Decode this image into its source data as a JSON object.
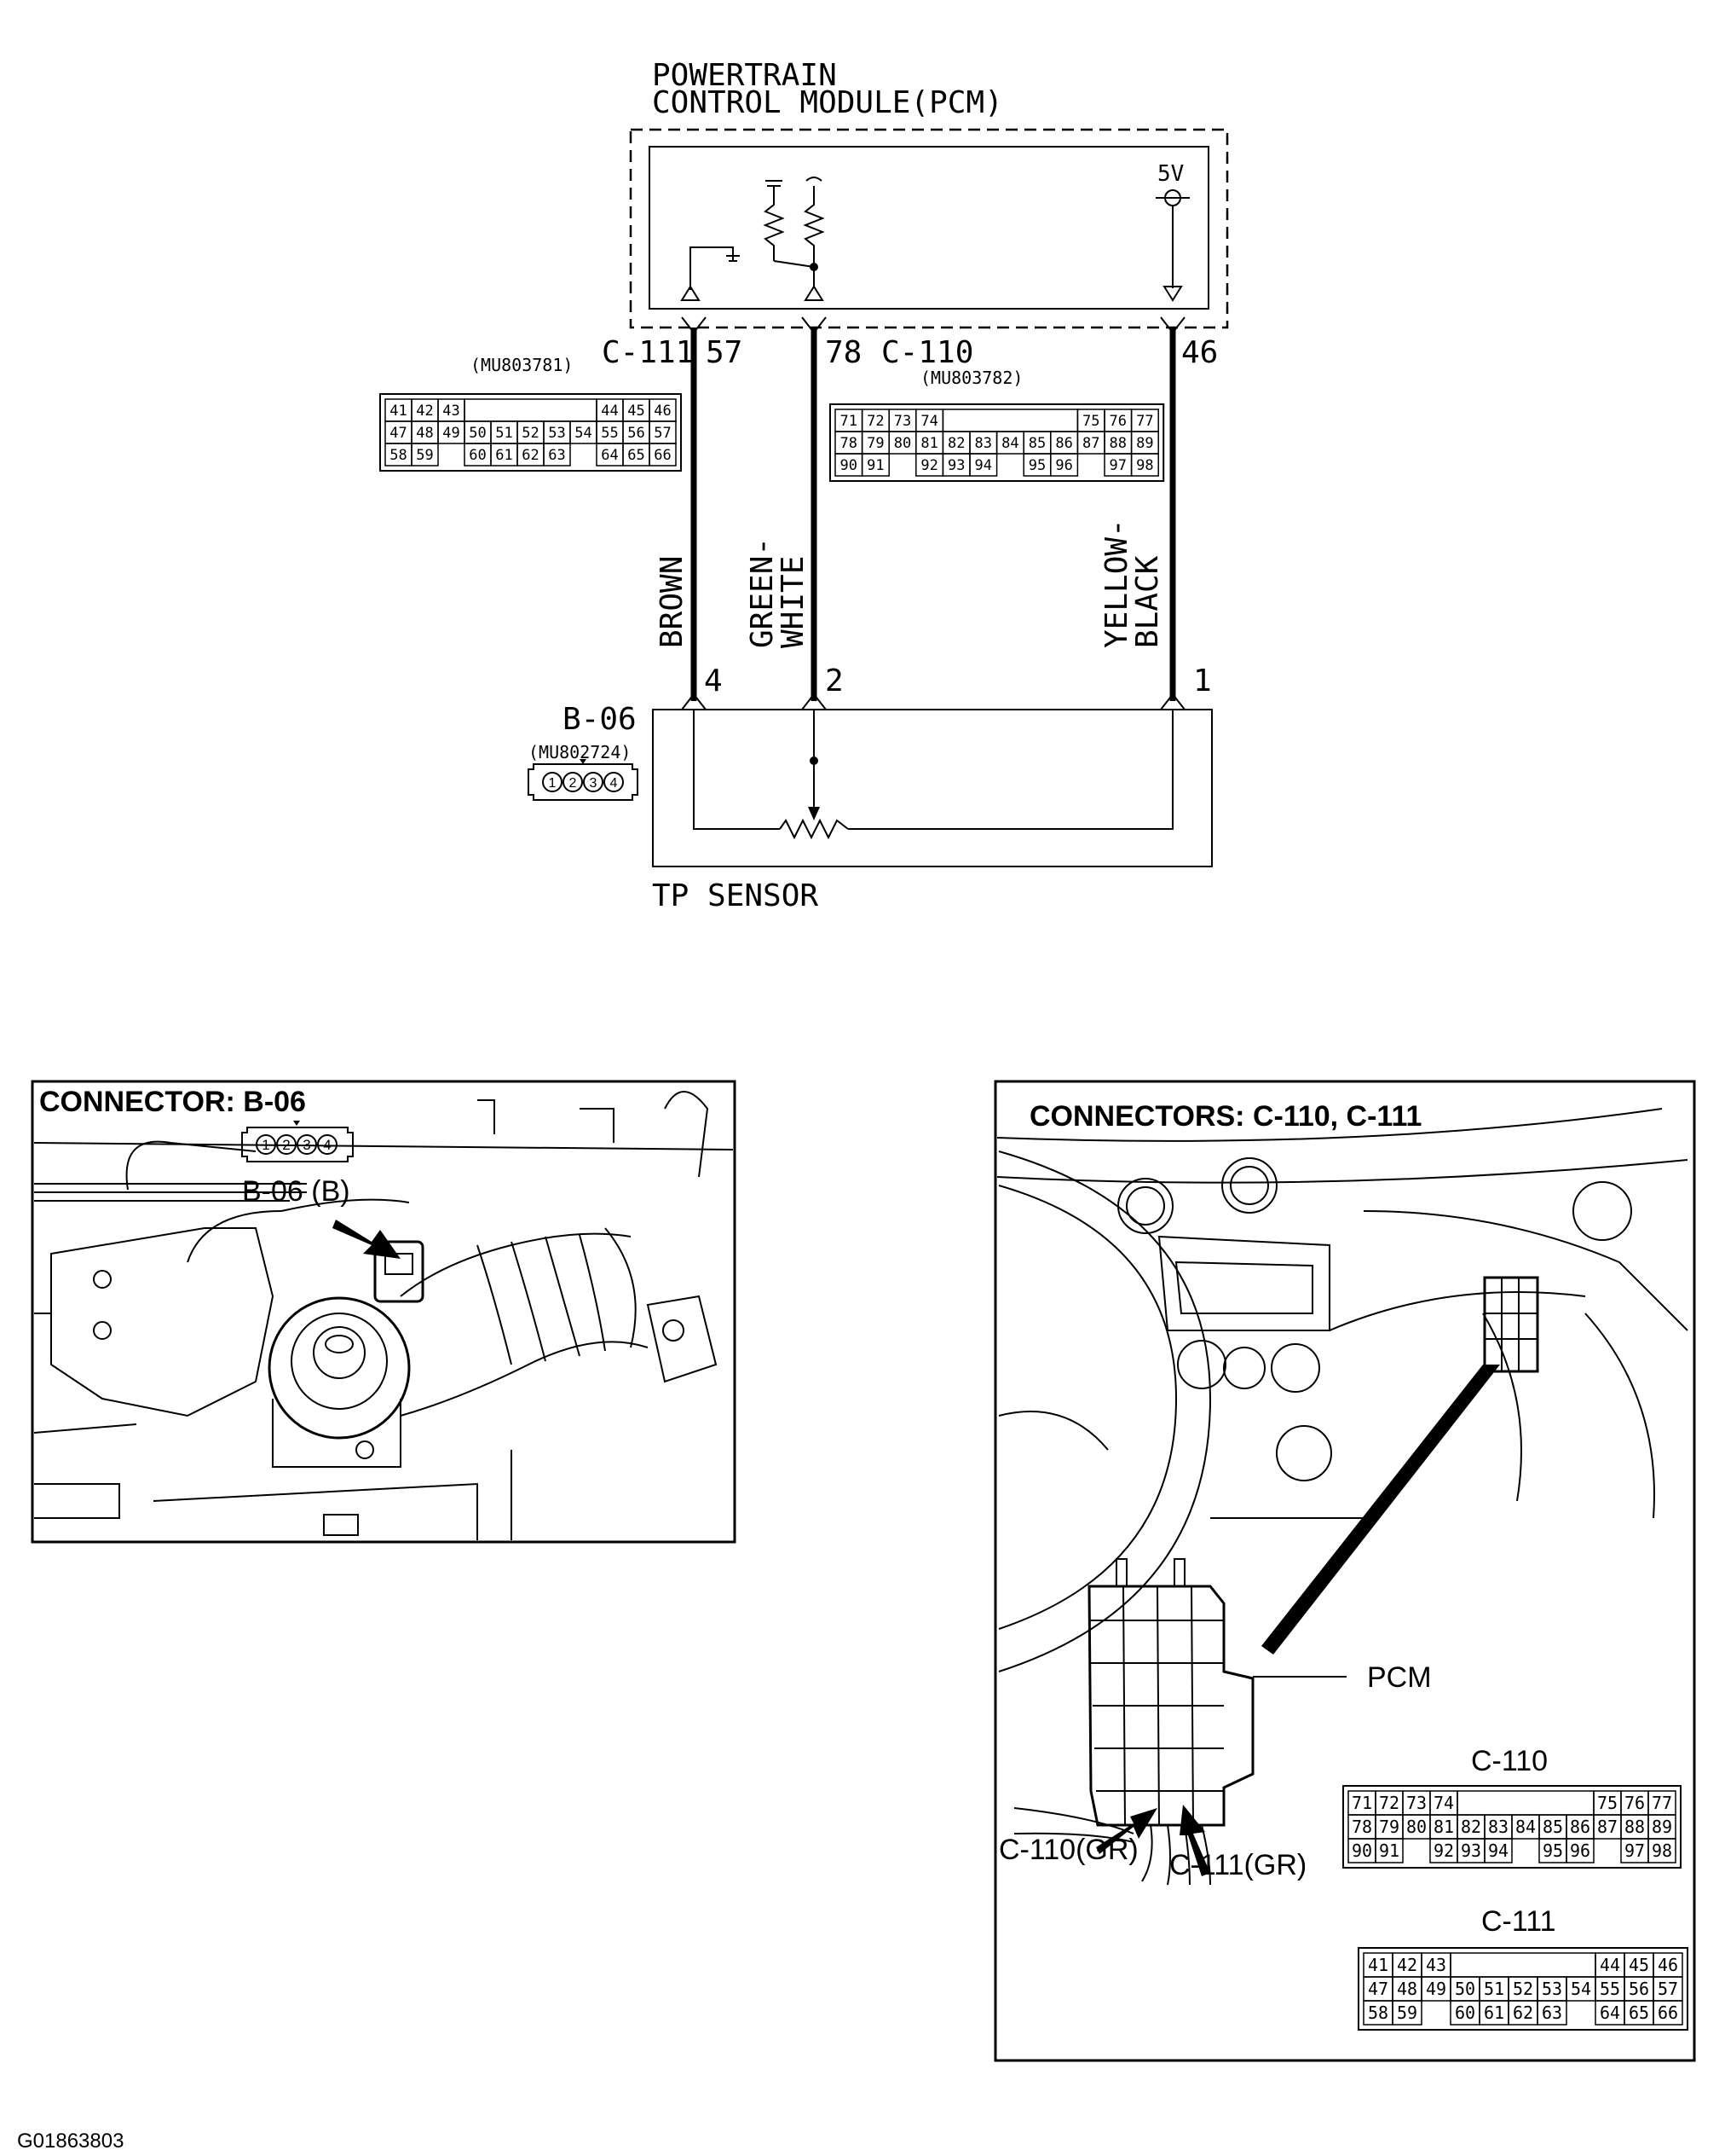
{
  "pcm": {
    "title_line1": "POWERTRAIN",
    "title_line2": "CONTROL MODULE(PCM)",
    "voltage": "5V"
  },
  "terminals": {
    "c111_label": "C-111",
    "c111_pin": "57",
    "c110_pin": "78",
    "c110_label": "C-110",
    "vref_pin": "46"
  },
  "part_numbers": {
    "c111": "(MU803781)",
    "c110": "(MU803782)",
    "b06": "(MU802724)"
  },
  "wires": [
    {
      "color_line1": "BROWN",
      "color_line2": "",
      "sensor_pin": "4"
    },
    {
      "color_line1": "GREEN-",
      "color_line2": "WHITE",
      "sensor_pin": "2"
    },
    {
      "color_line1": "YELLOW-",
      "color_line2": "BLACK",
      "sensor_pin": "1"
    }
  ],
  "sensor": {
    "connector": "B-06",
    "name": "TP SENSOR",
    "pins": [
      "1",
      "2",
      "3",
      "4"
    ]
  },
  "c111_grid": [
    [
      "41",
      "42",
      "43",
      "",
      "",
      "",
      "",
      "",
      "44",
      "45",
      "46"
    ],
    [
      "47",
      "48",
      "49",
      "50",
      "51",
      "52",
      "53",
      "54",
      "55",
      "56",
      "57"
    ],
    [
      "58",
      "59",
      "",
      "60",
      "61",
      "62",
      "63",
      "",
      "64",
      "65",
      "66"
    ]
  ],
  "c110_grid": [
    [
      "71",
      "72",
      "73",
      "74",
      "",
      "",
      "",
      "",
      "",
      "75",
      "76",
      "77"
    ],
    [
      "78",
      "79",
      "80",
      "81",
      "82",
      "83",
      "84",
      "85",
      "86",
      "87",
      "88",
      "89"
    ],
    [
      "90",
      "91",
      "",
      "92",
      "93",
      "94",
      "",
      "95",
      "96",
      "",
      "97",
      "98"
    ]
  ],
  "panel_b06": {
    "title": "CONNECTOR: B-06",
    "callout": "B-06 (B)"
  },
  "panel_pcm": {
    "title": "CONNECTORS: C-110, C-111",
    "pcm_label": "PCM",
    "c110_label": "C-110",
    "c111_label": "C-111",
    "c110_gr": "C-110(GR)",
    "c111_gr": "C-111(GR)"
  },
  "figure_id": "G01863803"
}
